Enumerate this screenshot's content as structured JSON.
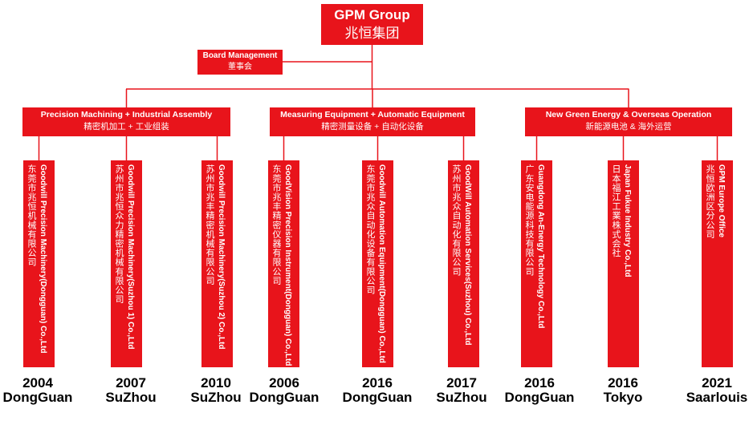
{
  "colors": {
    "primary_red": "#E8141B",
    "box_text": "#FFFFFF",
    "label_text": "#000000"
  },
  "group": {
    "name_en": "GPM Group",
    "name_zh": "兆恒集团"
  },
  "board": {
    "name_en": "Board Management",
    "name_zh": "董事会"
  },
  "divisions": [
    {
      "name_en": "Precision Machining + Industrial Assembly",
      "name_zh": "精密机加工 + 工业组装",
      "companies": [
        {
          "name_en": "Goodwill Precision Machinery(Dongguan) Co.,Ltd",
          "name_zh": "东莞市兆恒机械有限公司",
          "year": "2004",
          "city": "DongGuan"
        },
        {
          "name_en": "Goodwill Precision Machinery(Suzhou 1) Co.,Ltd",
          "name_zh": "苏州市兆恒众力精密机械有限公司",
          "year": "2007",
          "city": "SuZhou"
        },
        {
          "name_en": "Goodwill Precision Machinery(Suzhou 2) Co.,Ltd",
          "name_zh": "苏州市兆丰精密机械有限公司",
          "year": "2010",
          "city": "SuZhou"
        }
      ]
    },
    {
      "name_en": "Measuring Equipment + Automatic Equipment",
      "name_zh": "精密测量设备 + 自动化设备",
      "companies": [
        {
          "name_en": "GoodVision Precision Instrument(Dongguan) Co.,Ltd",
          "name_zh": "东莞市兆丰精密仪器有限公司",
          "year": "2006",
          "city": "DongGuan"
        },
        {
          "name_en": "Goodwill Automation Equipment(Dongguan) Co.,Ltd",
          "name_zh": "东莞市兆众自动化设备有限公司",
          "year": "2016",
          "city": "DongGuan"
        },
        {
          "name_en": "GoodWill Automation Services(Suzhou) Co.,Ltd",
          "name_zh": "苏州市兆众自动化有限公司",
          "year": "2017",
          "city": "SuZhou"
        }
      ]
    },
    {
      "name_en": "New Green Energy & Overseas Operation",
      "name_zh": "新能源电池 & 海外运营",
      "companies": [
        {
          "name_en": "Guangdong An-Energy Technology Co.,Ltd",
          "name_zh": "广东安电能源科技有限公司",
          "year": "2016",
          "city": "DongGuan"
        },
        {
          "name_en": "Japan Fukue Industry Co.,Ltd",
          "name_zh": "日本福江工業株式会社",
          "year": "2016",
          "city": "Tokyo"
        },
        {
          "name_en": "GPM Europe Office",
          "name_zh": "兆恒欧洲区分公司",
          "year": "2021",
          "city": "Saarlouis"
        }
      ]
    }
  ]
}
